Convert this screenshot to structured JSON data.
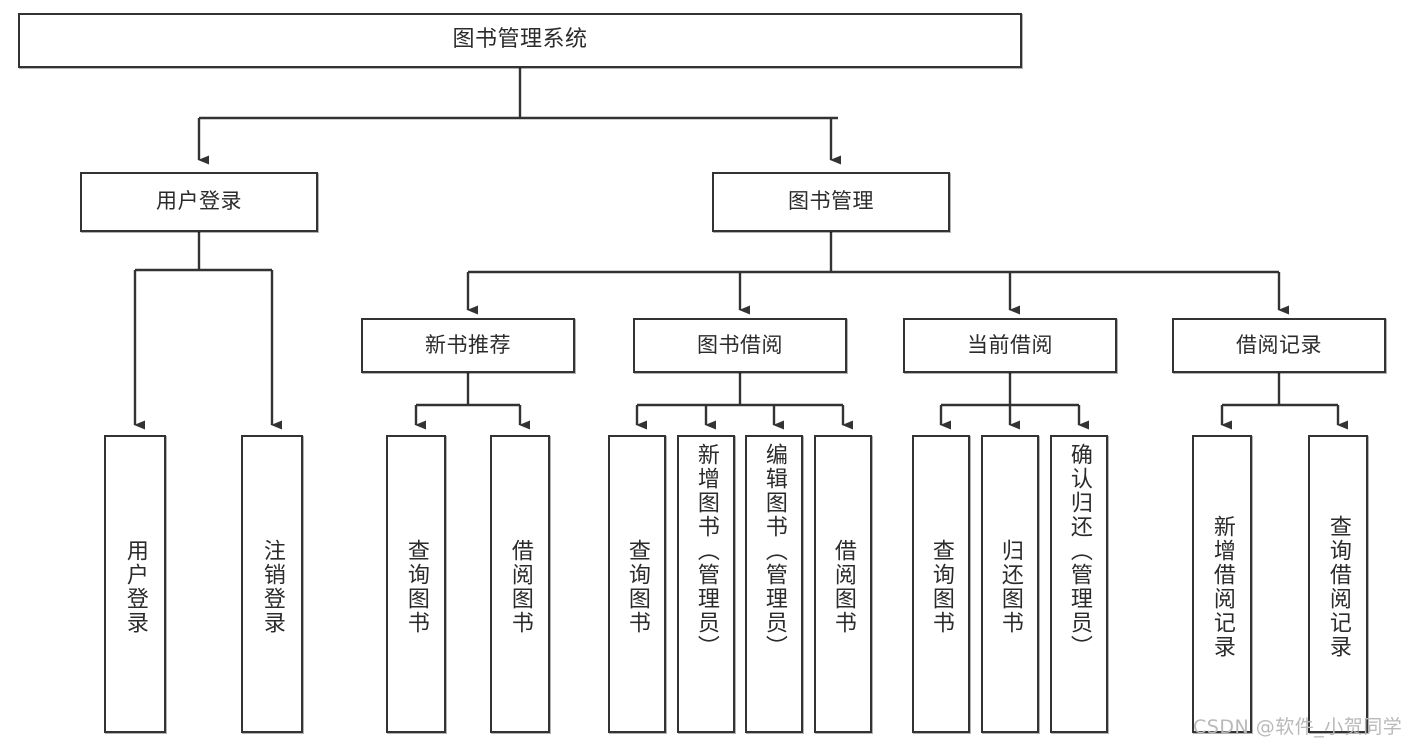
{
  "diagram": {
    "type": "tree-hierarchy-chart",
    "title": "图书管理系统",
    "stroke_color": "#333333",
    "text_color": "#2b2b2b",
    "background_color": "#ffffff",
    "watermark": "CSDN @软件_小贺同学",
    "nodes": {
      "root": {
        "label": "图书管理系统"
      },
      "level2": [
        {
          "id": "user-login",
          "label": "用户登录"
        },
        {
          "id": "book-manage",
          "label": "图书管理"
        }
      ],
      "level3": [
        {
          "id": "new-book-recommend",
          "label": "新书推荐"
        },
        {
          "id": "book-borrow",
          "label": "图书借阅"
        },
        {
          "id": "current-borrow",
          "label": "当前借阅"
        },
        {
          "id": "borrow-record",
          "label": "借阅记录"
        }
      ],
      "leaves": {
        "user-login": [
          {
            "id": "leaf-user-login",
            "label": "用户登录"
          },
          {
            "id": "leaf-user-logout",
            "label": "注销登录"
          }
        ],
        "new-book-recommend": [
          {
            "id": "leaf-query-book-1",
            "label": "查询图书"
          },
          {
            "id": "leaf-borrow-book-1",
            "label": "借阅图书"
          }
        ],
        "book-borrow": [
          {
            "id": "leaf-query-book-2",
            "label": "查询图书"
          },
          {
            "id": "leaf-add-book",
            "label": "新增图书（管理员）"
          },
          {
            "id": "leaf-edit-book",
            "label": "编辑图书（管理员）"
          },
          {
            "id": "leaf-borrow-book-2",
            "label": "借阅图书"
          }
        ],
        "current-borrow": [
          {
            "id": "leaf-query-book-3",
            "label": "查询图书"
          },
          {
            "id": "leaf-return-book",
            "label": "归还图书"
          },
          {
            "id": "leaf-confirm-return",
            "label": "确认归还（管理员）"
          }
        ],
        "borrow-record": [
          {
            "id": "leaf-add-record",
            "label": "新增借阅记录"
          },
          {
            "id": "leaf-query-record",
            "label": "查询借阅记录"
          }
        ]
      }
    }
  }
}
